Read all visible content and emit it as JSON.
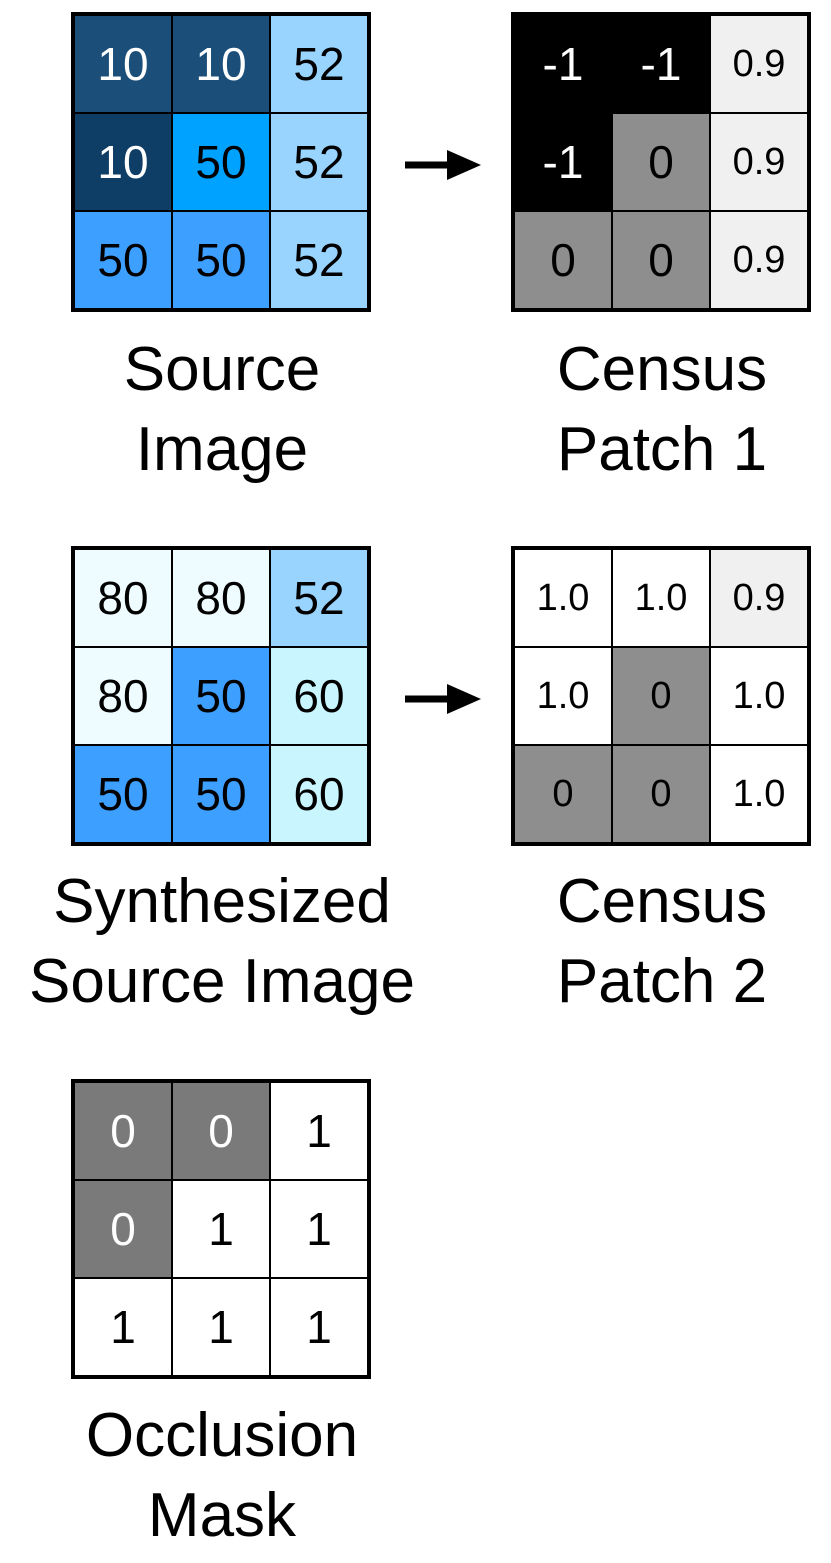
{
  "panels": [
    {
      "id": "source-image",
      "caption": [
        "Source",
        "Image"
      ],
      "cells": [
        {
          "v": "10",
          "bg": "#1b4f7a",
          "fg": "#ffffff"
        },
        {
          "v": "10",
          "bg": "#1b4f7a",
          "fg": "#ffffff"
        },
        {
          "v": "52",
          "bg": "#99d4ff",
          "fg": "#000000"
        },
        {
          "v": "10",
          "bg": "#0e3d66",
          "fg": "#ffffff"
        },
        {
          "v": "50",
          "bg": "#00a2ff",
          "fg": "#000000"
        },
        {
          "v": "52",
          "bg": "#99d4ff",
          "fg": "#000000"
        },
        {
          "v": "50",
          "bg": "#3d9fff",
          "fg": "#000000"
        },
        {
          "v": "50",
          "bg": "#3d9fff",
          "fg": "#000000"
        },
        {
          "v": "52",
          "bg": "#99d4ff",
          "fg": "#000000"
        }
      ]
    },
    {
      "id": "census-patch-1",
      "caption": [
        "Census",
        "Patch 1"
      ],
      "cells": [
        {
          "v": "-1",
          "bg": "#000000",
          "fg": "#ffffff"
        },
        {
          "v": "-1",
          "bg": "#000000",
          "fg": "#ffffff"
        },
        {
          "v": "0.9",
          "bg": "#f0f0f0",
          "fg": "#000000",
          "small": true
        },
        {
          "v": "-1",
          "bg": "#000000",
          "fg": "#ffffff"
        },
        {
          "v": "0",
          "bg": "#8e8e8e",
          "fg": "#000000"
        },
        {
          "v": "0.9",
          "bg": "#f0f0f0",
          "fg": "#000000",
          "small": true
        },
        {
          "v": "0",
          "bg": "#8e8e8e",
          "fg": "#000000"
        },
        {
          "v": "0",
          "bg": "#8e8e8e",
          "fg": "#000000"
        },
        {
          "v": "0.9",
          "bg": "#f0f0f0",
          "fg": "#000000",
          "small": true
        }
      ]
    },
    {
      "id": "synthesized-source-image",
      "caption": [
        "Synthesized",
        "Source Image"
      ],
      "cells": [
        {
          "v": "80",
          "bg": "#effcff",
          "fg": "#000000"
        },
        {
          "v": "80",
          "bg": "#effcff",
          "fg": "#000000"
        },
        {
          "v": "52",
          "bg": "#99d4ff",
          "fg": "#000000"
        },
        {
          "v": "80",
          "bg": "#effcff",
          "fg": "#000000"
        },
        {
          "v": "50",
          "bg": "#3d9fff",
          "fg": "#000000"
        },
        {
          "v": "60",
          "bg": "#c9f5ff",
          "fg": "#000000"
        },
        {
          "v": "50",
          "bg": "#3d9fff",
          "fg": "#000000"
        },
        {
          "v": "50",
          "bg": "#3d9fff",
          "fg": "#000000"
        },
        {
          "v": "60",
          "bg": "#c9f5ff",
          "fg": "#000000"
        }
      ]
    },
    {
      "id": "census-patch-2",
      "caption": [
        "Census",
        "Patch 2"
      ],
      "cells": [
        {
          "v": "1.0",
          "bg": "#ffffff",
          "fg": "#000000",
          "small": true
        },
        {
          "v": "1.0",
          "bg": "#ffffff",
          "fg": "#000000",
          "small": true
        },
        {
          "v": "0.9",
          "bg": "#f0f0f0",
          "fg": "#000000",
          "small": true
        },
        {
          "v": "1.0",
          "bg": "#ffffff",
          "fg": "#000000",
          "small": true
        },
        {
          "v": "0",
          "bg": "#8e8e8e",
          "fg": "#000000",
          "small": true
        },
        {
          "v": "1.0",
          "bg": "#ffffff",
          "fg": "#000000",
          "small": true
        },
        {
          "v": "0",
          "bg": "#8e8e8e",
          "fg": "#000000",
          "small": true
        },
        {
          "v": "0",
          "bg": "#8e8e8e",
          "fg": "#000000",
          "small": true
        },
        {
          "v": "1.0",
          "bg": "#ffffff",
          "fg": "#000000",
          "small": true
        }
      ]
    },
    {
      "id": "occlusion-mask",
      "caption": [
        "Occlusion",
        "Mask"
      ],
      "cells": [
        {
          "v": "0",
          "bg": "#7a7a7a",
          "fg": "#ffffff"
        },
        {
          "v": "0",
          "bg": "#7a7a7a",
          "fg": "#ffffff"
        },
        {
          "v": "1",
          "bg": "#ffffff",
          "fg": "#000000"
        },
        {
          "v": "0",
          "bg": "#7a7a7a",
          "fg": "#ffffff"
        },
        {
          "v": "1",
          "bg": "#ffffff",
          "fg": "#000000"
        },
        {
          "v": "1",
          "bg": "#ffffff",
          "fg": "#000000"
        },
        {
          "v": "1",
          "bg": "#ffffff",
          "fg": "#000000"
        },
        {
          "v": "1",
          "bg": "#ffffff",
          "fg": "#000000"
        },
        {
          "v": "1",
          "bg": "#ffffff",
          "fg": "#000000"
        }
      ]
    }
  ]
}
